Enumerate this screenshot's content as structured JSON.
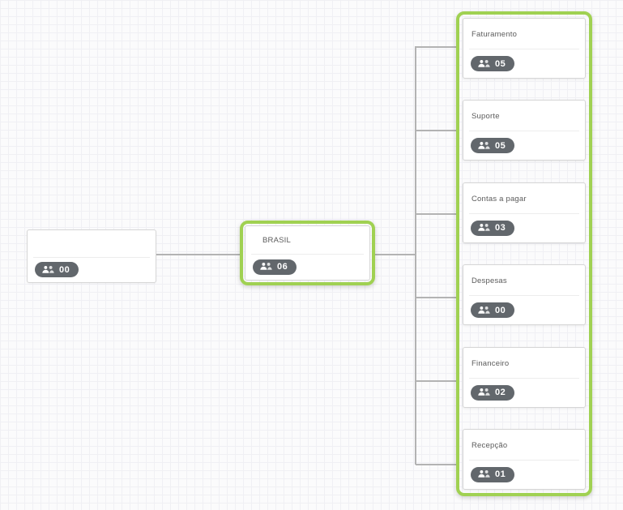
{
  "org_chart": {
    "root": {
      "label": "",
      "count": "00"
    },
    "parent": {
      "label": "BRASIL",
      "count": "06",
      "selected": true
    },
    "children": [
      {
        "label": "Faturamento",
        "count": "05"
      },
      {
        "label": "Suporte",
        "count": "05"
      },
      {
        "label": "Contas a pagar",
        "count": "03"
      },
      {
        "label": "Despesas",
        "count": "00"
      },
      {
        "label": "Financeiro",
        "count": "02"
      },
      {
        "label": "Recepção",
        "count": "01"
      }
    ]
  },
  "icons": {
    "badge_icon": "users-icon"
  },
  "colors": {
    "selection_highlight": "#a0d152",
    "badge_background": "#62676c",
    "connector": "#b3b3b3",
    "card_border": "#d6d6d6",
    "title_text": "#5b5b5b"
  }
}
